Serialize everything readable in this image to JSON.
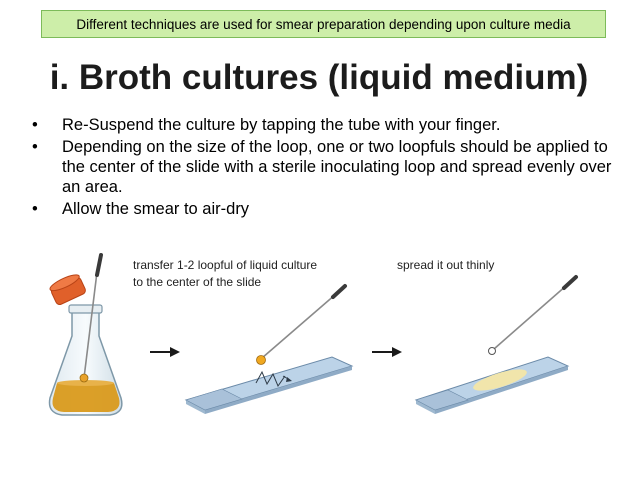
{
  "banner": {
    "text": "Different techniques are used for smear preparation depending upon culture media"
  },
  "title": "i. Broth cultures (liquid medium)",
  "bullets": [
    {
      "marker": "•",
      "text": "Re-Suspend the culture by tapping the tube with your finger."
    },
    {
      "marker": "•",
      "text": "Depending on the size of the loop, one or two loopfuls should be applied to the center of the slide with a sterile inoculating loop and spread evenly over an area."
    },
    {
      "marker": "•",
      "text": "Allow the smear to air-dry"
    }
  ],
  "captions": {
    "transfer_line1": "transfer 1-2 loopful of liquid culture",
    "transfer_line2": "to the center of the slide",
    "spread": "spread it out thinly"
  },
  "colors": {
    "banner_bg": "#cdeea9",
    "broth": "#d99a1c",
    "cap": "#e0602a",
    "slide": "#bcd3e8",
    "smear": "#f3e6a8"
  },
  "icons": [
    "erlenmeyer-flask-icon",
    "arrow-right-icon",
    "glass-slide-icon",
    "inoculating-loop-icon"
  ]
}
